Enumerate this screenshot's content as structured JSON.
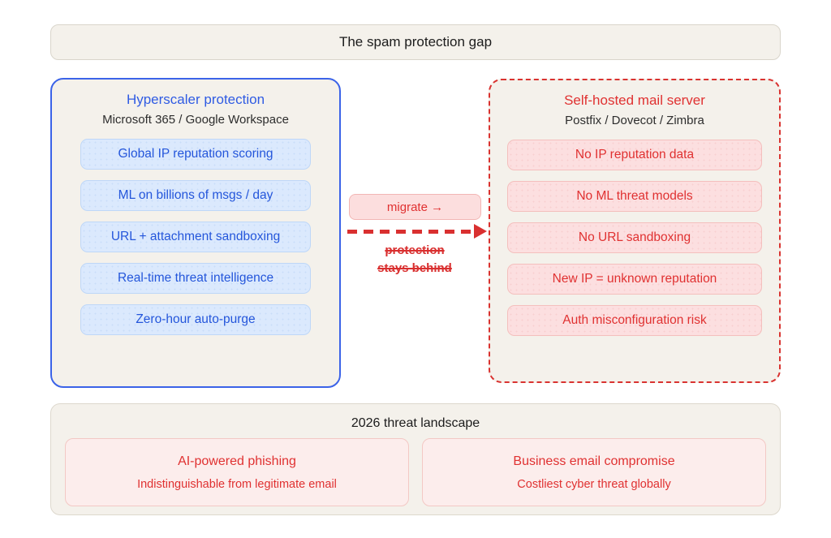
{
  "colors": {
    "background": "#ffffff",
    "panel_cream": "#f4f1eb",
    "blue_accent": "#3b63e8",
    "blue_text": "#2456db",
    "blue_item_bg": "#dbe9fd",
    "red_accent": "#d93330",
    "red_text": "#e03131",
    "red_item_bg": "#fcdfe0",
    "threat_card_bg": "#fcedec"
  },
  "title_bar": {
    "title": "The spam protection gap"
  },
  "left_panel": {
    "title": "Hyperscaler protection",
    "subtitle": "Microsoft 365 / Google Workspace",
    "items": [
      "Global IP reputation scoring",
      "ML on billions of msgs / day",
      "URL + attachment sandboxing",
      "Real-time threat intelligence",
      "Zero-hour auto-purge"
    ]
  },
  "right_panel": {
    "title": "Self-hosted mail server",
    "subtitle": "Postfix / Dovecot / Zimbra",
    "items": [
      "No IP reputation data",
      "No ML threat models",
      "No URL sandboxing",
      "New IP = unknown reputation",
      "Auth misconfiguration risk"
    ]
  },
  "migration": {
    "button_label": "migrate →",
    "arrow_icon": "dashed-right-arrow",
    "caption_line1": "protection",
    "caption_line2": "stays behind"
  },
  "threat_panel": {
    "title": "2026 threat landscape",
    "cards": [
      {
        "title": "AI-powered phishing",
        "subtitle": "Indistinguishable from legitimate email"
      },
      {
        "title": "Business email compromise",
        "subtitle": "Costliest cyber threat globally"
      }
    ]
  }
}
